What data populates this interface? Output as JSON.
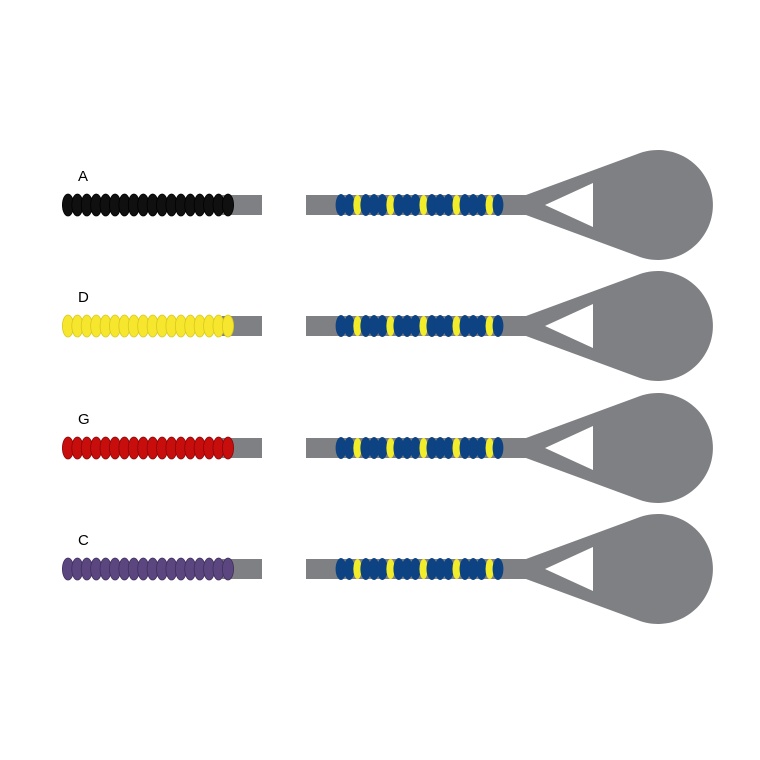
{
  "colors": {
    "shaft": "#7f8083",
    "blue_bead": "#0d4283",
    "yellow_bead": "#f2ed2a"
  },
  "rows": [
    {
      "label": "A",
      "bead_color": "#101010",
      "bead_edge": "#000000"
    },
    {
      "label": "D",
      "bead_color": "#f6e62e",
      "bead_edge": "#d8c81c"
    },
    {
      "label": "G",
      "bead_color": "#c80d0d",
      "bead_edge": "#8a0606"
    },
    {
      "label": "C",
      "bead_color": "#5b4680",
      "bead_edge": "#3f2f5c"
    }
  ],
  "left_bead_count": 18,
  "right_pattern": [
    "blue",
    "blue",
    "yellow",
    "blue",
    "blue",
    "blue",
    "yellow",
    "blue",
    "blue",
    "blue",
    "yellow",
    "blue",
    "blue",
    "blue",
    "yellow",
    "blue",
    "blue",
    "blue",
    "yellow",
    "blue"
  ]
}
